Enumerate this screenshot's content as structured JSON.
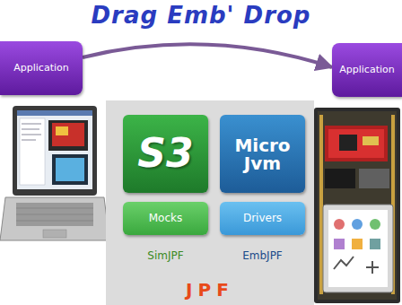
{
  "diagram": {
    "title": "Drag Emb' Drop",
    "nodes": [
      {
        "text": [
          "Application"
        ]
      },
      {
        "text": [
          "Application"
        ]
      },
      {
        "text": [
          "JPF"
        ]
      },
      {
        "text": [
          "S3"
        ],
        "in": 2
      },
      {
        "text": [
          "Mocks"
        ],
        "in": 2
      },
      {
        "text": [
          "Micro Jvm"
        ],
        "in": 2
      },
      {
        "text": [
          "Drivers"
        ],
        "in": 2
      }
    ],
    "edges": [
      {
        "from": 0,
        "to": 1,
        "arrow": "to"
      }
    ],
    "labels": [
      "SimJPF",
      "EmbJPF"
    ]
  }
}
